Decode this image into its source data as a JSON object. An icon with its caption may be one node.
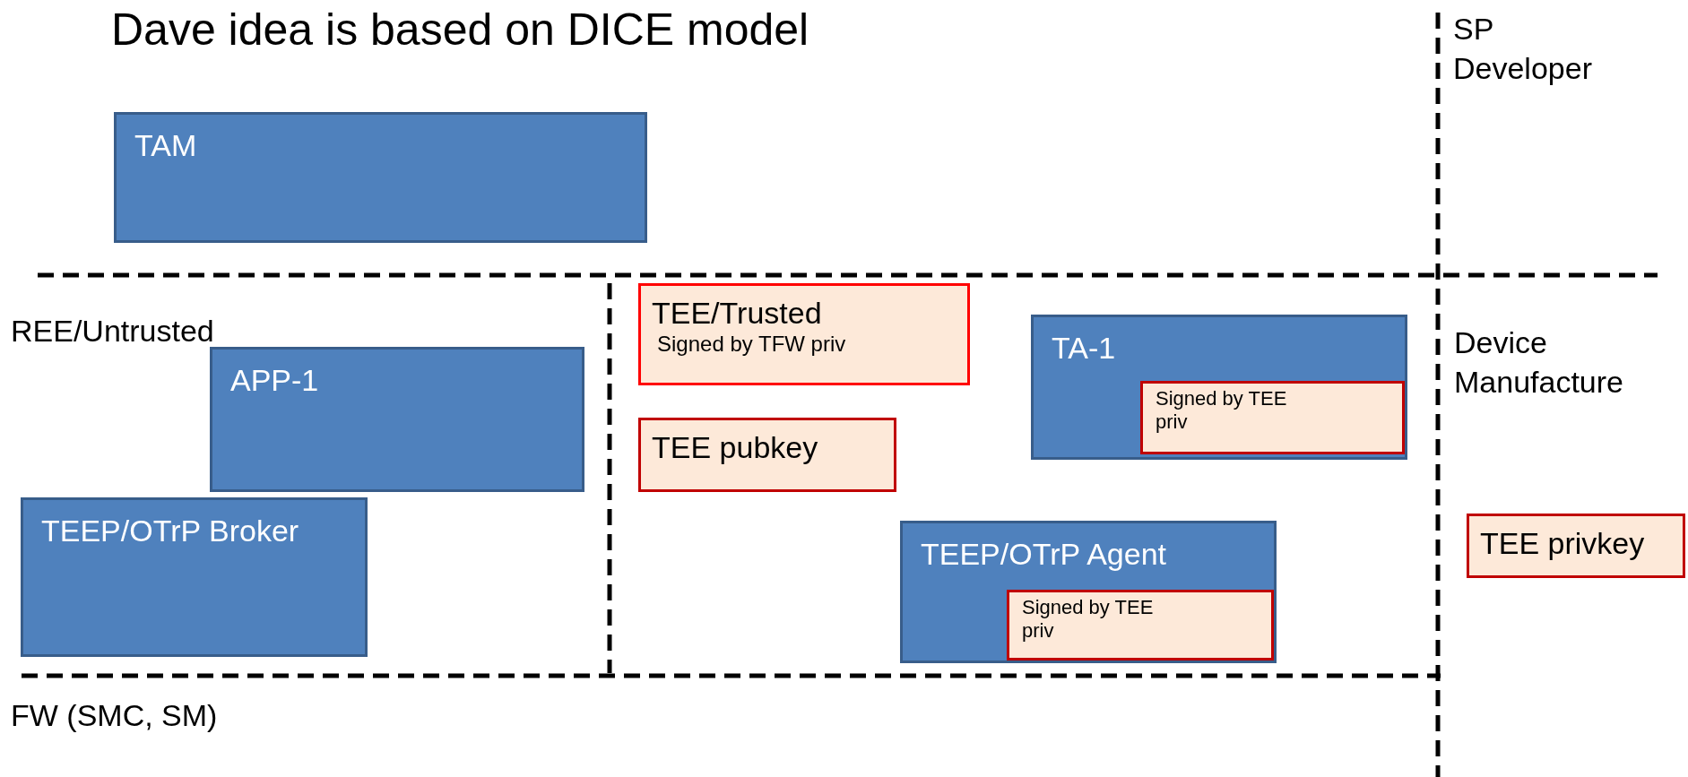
{
  "diagram": {
    "title": "Dave idea is based on DICE model",
    "nodes": [
      {
        "text": [
          "TAM"
        ]
      },
      {
        "text": [
          "APP-1"
        ]
      },
      {
        "text": [
          "TEEP/OTrP Broker"
        ]
      },
      {
        "text": [
          "TEE/Trusted",
          "Signed by TFW priv"
        ]
      },
      {
        "text": [
          "TEE pubkey"
        ]
      },
      {
        "text": [
          "TA-1"
        ]
      },
      {
        "text": [
          "Signed by TEE priv"
        ],
        "in": 5
      },
      {
        "text": [
          "TEEP/OTrP Agent"
        ]
      },
      {
        "text": [
          "Signed by TEE priv"
        ],
        "in": 7
      },
      {
        "text": [
          "TEE privkey"
        ]
      }
    ],
    "edges": [],
    "labels": [
      "SP Developer",
      "REE/Untrusted",
      "Device Manufacture",
      "FW (SMC, SM)"
    ]
  }
}
